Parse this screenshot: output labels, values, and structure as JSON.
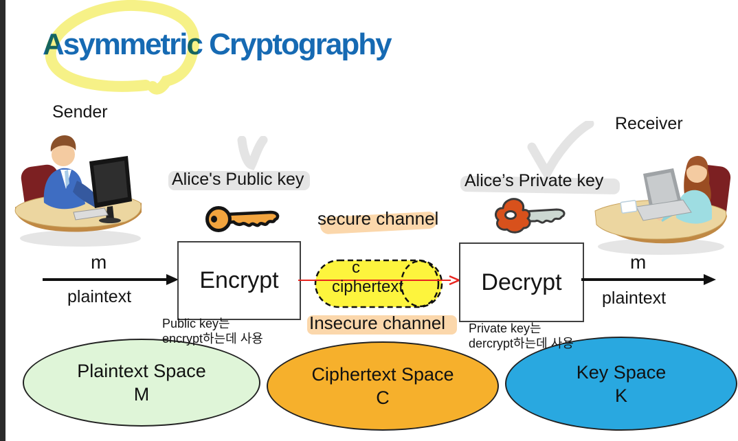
{
  "slide": {
    "title": "Asymmetric Cryptography"
  },
  "actors": {
    "sender_label": "Sender",
    "receiver_label": "Receiver"
  },
  "keys": {
    "public_label": "Alice's Public key",
    "private_label": "Alice’s Private key"
  },
  "channels": {
    "secure_label": "secure channel",
    "insecure_label": "Insecure channel"
  },
  "flow": {
    "encrypt_label": "Encrypt",
    "decrypt_label": "Decrypt",
    "message_symbol_left": "m",
    "plaintext_label_left": "plaintext",
    "message_symbol_right": "m",
    "plaintext_label_right": "plaintext",
    "cipher_symbol": "c",
    "cipher_label": "ciphertext"
  },
  "notes": {
    "public_key_line1": "Public key는",
    "public_key_line2": "encrypt하는데 사용",
    "private_key_line1": "Private key는",
    "private_key_line2": "dercrypt하는데 사용"
  },
  "spaces": [
    {
      "title": "Plaintext Space",
      "symbol": "M",
      "fill": "#dff5d8"
    },
    {
      "title": "Ciphertext Space",
      "symbol": "C",
      "fill": "#f6b02c"
    },
    {
      "title": "Key Space",
      "symbol": "K",
      "fill": "#29a8e0"
    }
  ],
  "colors": {
    "title_blue": "#166ab3",
    "highlight_yellow": "#f5ee72",
    "highlight_grey": "#e5e5e5",
    "highlight_peach": "#fbd7ab",
    "cipher_yellow": "#fdf43d",
    "red_channel_arrow": "#e8251f",
    "public_key_fill": "#f2a43e",
    "private_key_bow": "#d8511c",
    "private_key_shaft": "#ccd8d1"
  }
}
